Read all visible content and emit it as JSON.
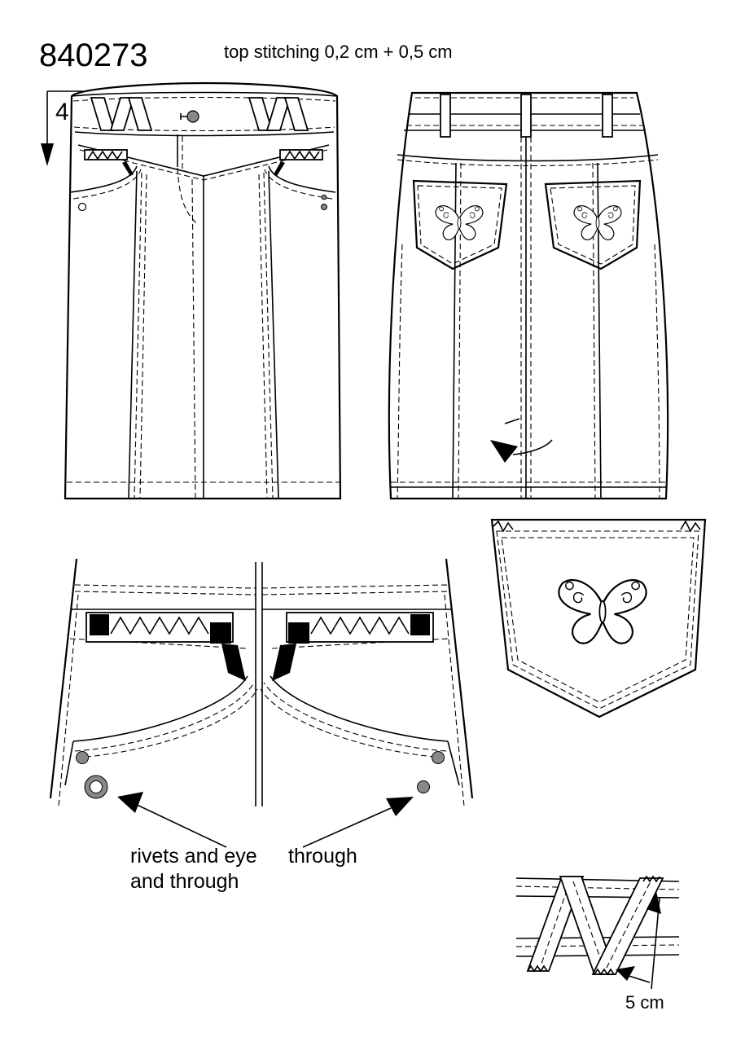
{
  "header": {
    "article_number": "840273",
    "stitching_note": "top stitching 0,2 cm + 0,5 cm"
  },
  "front_view": {
    "size_marker": "4"
  },
  "callouts": {
    "rivets_line1": "rivets and eye",
    "rivets_line2": "and through",
    "through": "through",
    "measurement": "5 cm"
  },
  "colors": {
    "line": "#000000",
    "rivet_fill": "#808080",
    "background": "#ffffff"
  }
}
